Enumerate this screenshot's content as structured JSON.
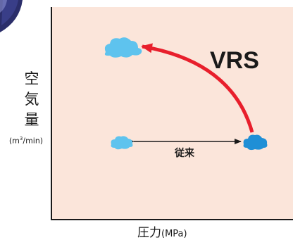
{
  "axes": {
    "y_label_chars": [
      "空",
      "気",
      "量"
    ],
    "y_unit": {
      "prefix": "(m",
      "sup": "3",
      "suffix": "/min)"
    },
    "x_label": "圧力",
    "x_unit": "(MPa)"
  },
  "annotations": {
    "vrs": "VRS",
    "conventional": "従来"
  },
  "colors": {
    "background": "#fbe5da",
    "cloud_light": "#5ec3ee",
    "cloud_dark": "#1f8fd6",
    "vrs_arrow": "#e81f2c",
    "axis": "#1a1a1a"
  }
}
